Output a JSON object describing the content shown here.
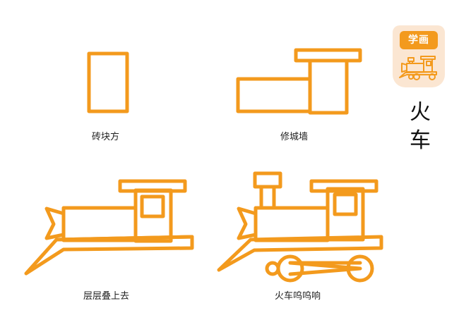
{
  "steps": [
    {
      "caption": "砖块方"
    },
    {
      "caption": "修城墙"
    },
    {
      "caption": "层层叠上去"
    },
    {
      "caption": "火车呜呜响"
    }
  ],
  "badge": {
    "label": "学画",
    "icon": "train-icon"
  },
  "title": {
    "line1": "火",
    "line2": "车"
  },
  "colors": {
    "stroke": "#f39a1d",
    "badge_bg": "#fbe6d2",
    "text": "#222222"
  }
}
